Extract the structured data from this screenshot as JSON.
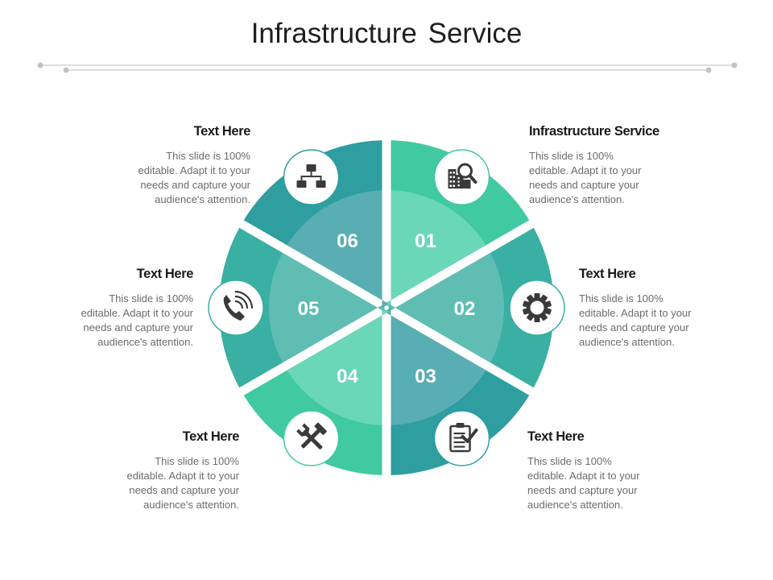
{
  "title": "Infrastructure Service",
  "colors": {
    "outer": [
      "#41c9a1",
      "#3aafa3",
      "#2e9ea0",
      "#41c9a1",
      "#3aafa3",
      "#2e9ea0"
    ],
    "inner": [
      "#6ad7b8",
      "#5fbdb3",
      "#58aeb3",
      "#6ad7b8",
      "#5fbdb3",
      "#58aeb3"
    ],
    "line": "#d4d4d4",
    "dot": "#c2c2c2",
    "icon": "#3a3a3a",
    "number": "#ffffff"
  },
  "segments": [
    {
      "number": "01",
      "icon": "building-search-icon",
      "heading": "Infrastructure Service",
      "body": [
        "This slide is 100%",
        "editable. Adapt it to your",
        "needs and capture your",
        "audience's attention."
      ]
    },
    {
      "number": "02",
      "icon": "gear-icon",
      "heading": "Text Here",
      "body": [
        "This slide is 100%",
        "editable. Adapt it to your",
        "needs and capture your",
        "audience's attention."
      ]
    },
    {
      "number": "03",
      "icon": "clipboard-check-icon",
      "heading": "Text Here",
      "body": [
        "This slide is 100%",
        "editable. Adapt it to your",
        "needs and capture your",
        "audience's attention."
      ]
    },
    {
      "number": "04",
      "icon": "tools-icon",
      "heading": "Text Here",
      "body": [
        "This slide is 100%",
        "editable. Adapt it to your",
        "needs and capture your",
        "audience's attention."
      ]
    },
    {
      "number": "05",
      "icon": "phone-icon",
      "heading": "Text Here",
      "body": [
        "This slide is 100%",
        "editable. Adapt it to your",
        "needs and capture your",
        "audience's attention."
      ]
    },
    {
      "number": "06",
      "icon": "hierarchy-icon",
      "heading": "Text Here",
      "body": [
        "This slide is 100%",
        "editable. Adapt it to your",
        "needs and capture your",
        "audience's attention."
      ]
    }
  ]
}
